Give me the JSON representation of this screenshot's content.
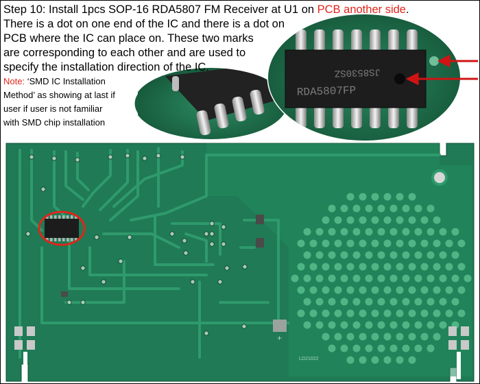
{
  "instructions": {
    "line1_prefix": "Step 10: Install 1pcs SOP-16 RDA5807 FM Receiver at U1 on ",
    "line1_highlight": "PCB another side",
    "line1_suffix": ".",
    "line2": "There is a dot on one end of the IC and there is a dot on",
    "line3": "PCB where the IC can place on. These two marks",
    "line4": "are corresponding to each other and are used to",
    "line5": "specify the installation direction of the IC."
  },
  "note": {
    "label": "Note:",
    "line1": " ‘SMD IC Installation",
    "line2": "Method’ as showing at last if",
    "line3": "user if user is not familiar",
    "line4": "with SMD chip installation"
  },
  "chip": {
    "marking_top": "RDA5807FP",
    "marking_bottom": "JS8530SZ"
  },
  "pcb": {
    "board_code": "LD21022",
    "plus_mark": "+"
  },
  "colors": {
    "pcb_green": "#1f7a55",
    "trace_green": "#2f9a6c",
    "highlight_red": "#e1251b",
    "arrow_red": "#d01414"
  }
}
